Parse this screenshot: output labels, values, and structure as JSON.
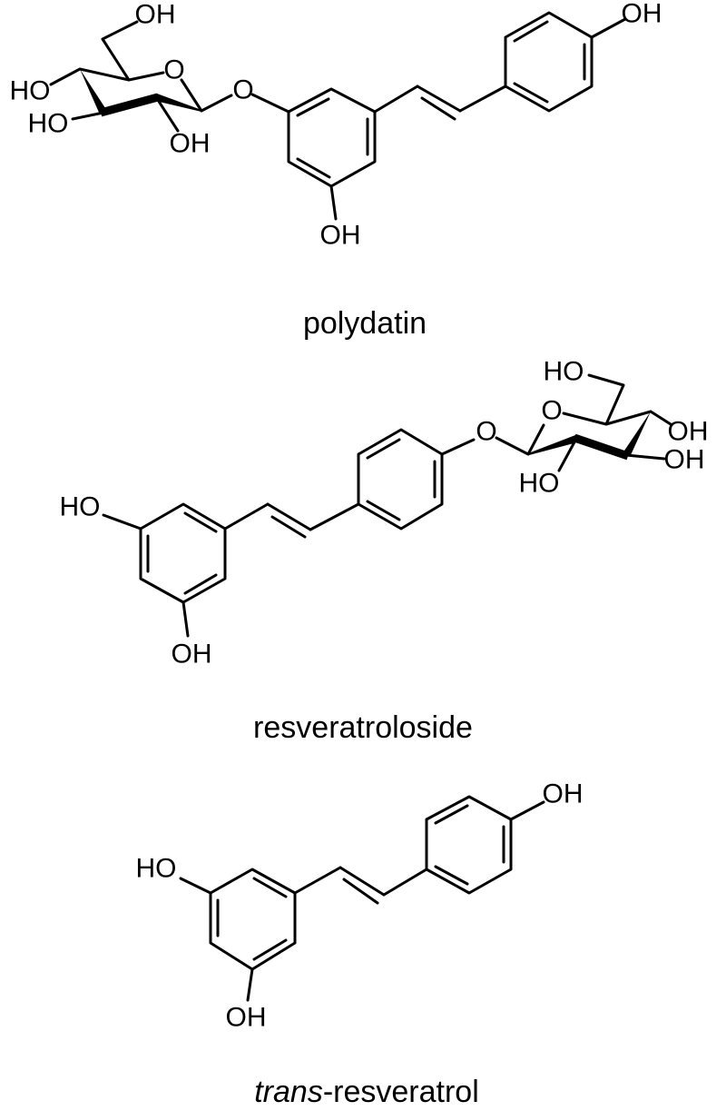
{
  "colors": {
    "background": "#ffffff",
    "ink": "#000000"
  },
  "structures": [
    {
      "name": "polydatin",
      "labels": {
        "c6_oh": "OH",
        "c4_ho": "HO",
        "c3_ho": "HO",
        "c2_oh": "OH",
        "ring_o": "O",
        "glycosidic_o": "O",
        "ring_a_oh": "OH",
        "ring_b_oh": "OH"
      }
    },
    {
      "name": "resveratroloside",
      "labels": {
        "ring_a_ho": "HO",
        "ring_a_oh": "OH",
        "glycosidic_o": "O",
        "ring_o": "O",
        "c6_ho": "HO",
        "c4_oh": "OH",
        "c3_oh": "OH",
        "c2_ho": "HO"
      }
    },
    {
      "name_parts": {
        "italic": "trans",
        "regular": "-resveratrol"
      },
      "labels": {
        "ring_a_ho": "HO",
        "ring_a_oh": "OH",
        "ring_b_oh": "OH"
      }
    }
  ]
}
